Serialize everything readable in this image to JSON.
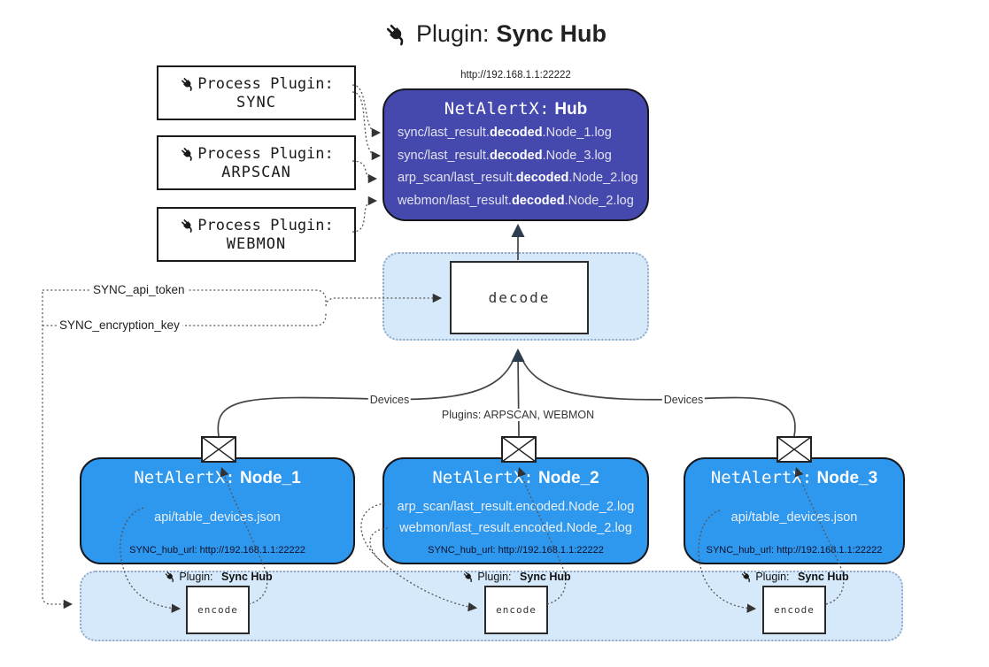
{
  "title": {
    "prefix": "Plugin:",
    "bold": "Sync Hub"
  },
  "colors": {
    "hub_bg": "#4549ad",
    "node_bg": "#2e97ee",
    "panel_bg": "#d6e9fa",
    "panel_border": "#8fa9c7",
    "node_text": "#e9eff6",
    "hub_text": "#e2e2ee"
  },
  "process_plugins": [
    {
      "label": "Process Plugin:",
      "name": "SYNC"
    },
    {
      "label": "Process Plugin:",
      "name": "ARPSCAN"
    },
    {
      "label": "Process Plugin:",
      "name": "WEBMON"
    }
  ],
  "hub": {
    "url": "http://192.168.1.1:22222",
    "title_prefix": "NetAlertX:",
    "title_bold": "Hub",
    "logs": [
      {
        "pre": "sync/last_result.",
        "bold": "decoded",
        "post": ".Node_1.log"
      },
      {
        "pre": "sync/last_result.",
        "bold": "decoded",
        "post": ".Node_3.log"
      },
      {
        "pre": "arp_scan/last_result.",
        "bold": "decoded",
        "post": ".Node_2.log"
      },
      {
        "pre": "webmon/last_result.",
        "bold": "decoded",
        "post": ".Node_2.log"
      }
    ]
  },
  "decode": {
    "label": "decode"
  },
  "secrets": {
    "api_token": "SYNC_api_token",
    "encryption_key": "SYNC_encryption_key"
  },
  "edges": {
    "left": "Devices",
    "middle": "Plugins: ARPSCAN, WEBMON",
    "right": "Devices"
  },
  "nodes": [
    {
      "title_prefix": "NetAlertX:",
      "title_bold": "Node_1",
      "lines": [
        "api/table_devices.json"
      ],
      "hub_url": "SYNC_hub_url: http://192.168.1.1:22222"
    },
    {
      "title_prefix": "NetAlertX:",
      "title_bold": "Node_2",
      "lines": [
        "arp_scan/last_result.encoded.Node_2.log",
        "webmon/last_result.encoded.Node_2.log"
      ],
      "hub_url": "SYNC_hub_url: http://192.168.1.1:22222"
    },
    {
      "title_prefix": "NetAlertX:",
      "title_bold": "Node_3",
      "lines": [
        "api/table_devices.json"
      ],
      "hub_url": "SYNC_hub_url: http://192.168.1.1:22222"
    }
  ],
  "encoders": [
    {
      "plugin_prefix": "Plugin:",
      "plugin_bold": "Sync Hub",
      "label": "encode"
    },
    {
      "plugin_prefix": "Plugin:",
      "plugin_bold": "Sync Hub",
      "label": "encode"
    },
    {
      "plugin_prefix": "Plugin:",
      "plugin_bold": "Sync Hub",
      "label": "encode"
    }
  ]
}
